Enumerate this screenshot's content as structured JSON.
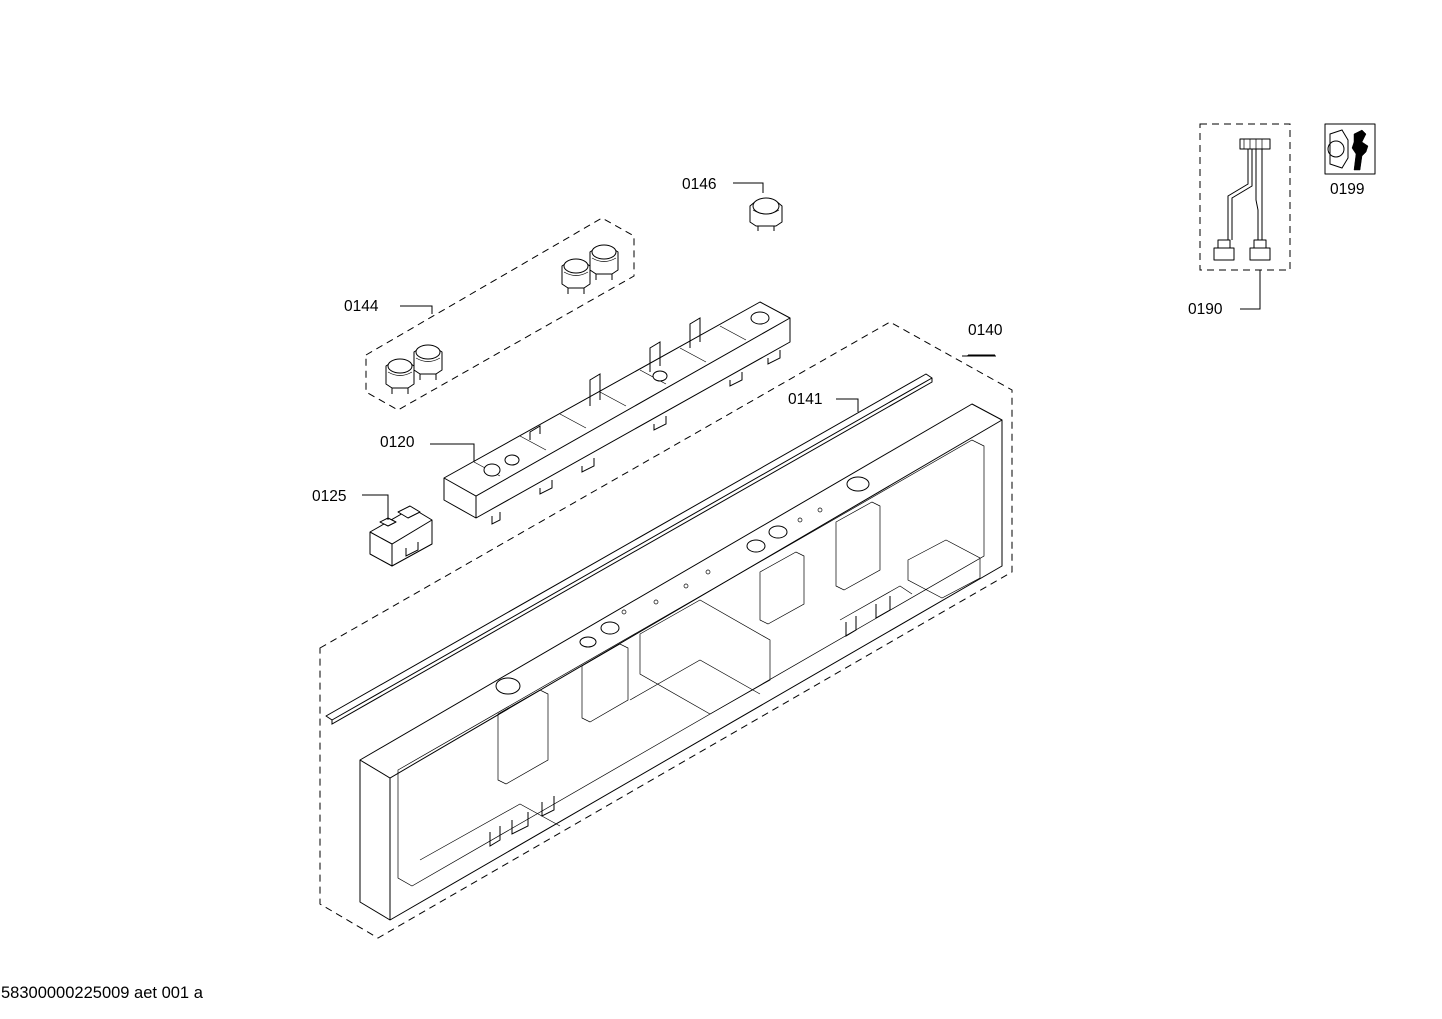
{
  "parts": [
    {
      "id": "0146",
      "label": "0146"
    },
    {
      "id": "0144",
      "label": "0144"
    },
    {
      "id": "0120",
      "label": "0120"
    },
    {
      "id": "0125",
      "label": "0125"
    },
    {
      "id": "0140",
      "label": "0140"
    },
    {
      "id": "0141",
      "label": "0141"
    },
    {
      "id": "0190",
      "label": "0190"
    },
    {
      "id": "0199",
      "label": "0199"
    }
  ],
  "footer": {
    "code": "58300000225009 aet 001 a"
  },
  "icons": {
    "service_kit": "wrench-nut-icon"
  }
}
